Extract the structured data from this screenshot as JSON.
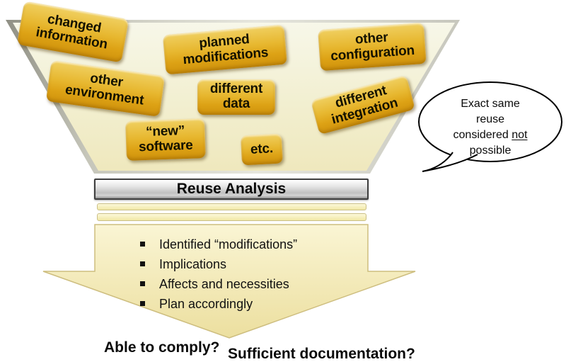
{
  "tags": [
    {
      "label": "changed\ninformation"
    },
    {
      "label": "planned\nmodifications"
    },
    {
      "label": "other\nconfiguration"
    },
    {
      "label": "other\nenvironment"
    },
    {
      "label": "different\ndata"
    },
    {
      "label": "different\nintegration"
    },
    {
      "label": "“new”\nsoftware"
    },
    {
      "label": "etc."
    }
  ],
  "reuse_bar": {
    "label": "Reuse Analysis"
  },
  "analysis_arrow": {
    "bullets": [
      "Identified “modifications”",
      "Implications",
      "Affects and necessities",
      "Plan accordingly"
    ]
  },
  "questions": {
    "left": "Able to comply?",
    "right": "Sufficient documentation?"
  },
  "speech_bubble": {
    "line1": "Exact same",
    "line2": "reuse",
    "line3_pre": "considered ",
    "line3_underlined": "not",
    "line4": "possible"
  },
  "colors": {
    "tag_gold_top": "#f0d061",
    "tag_gold_bottom": "#cf920c",
    "funnel_fill_top": "#f7f7e9",
    "funnel_fill_bottom": "#efe8bd",
    "funnel_bevel_gray": "#9a9a8e",
    "bar_silver": "#c9c9c9",
    "arrow_fill": "#f3ecb7",
    "text": "#111111",
    "bubble_outline": "#000000"
  }
}
